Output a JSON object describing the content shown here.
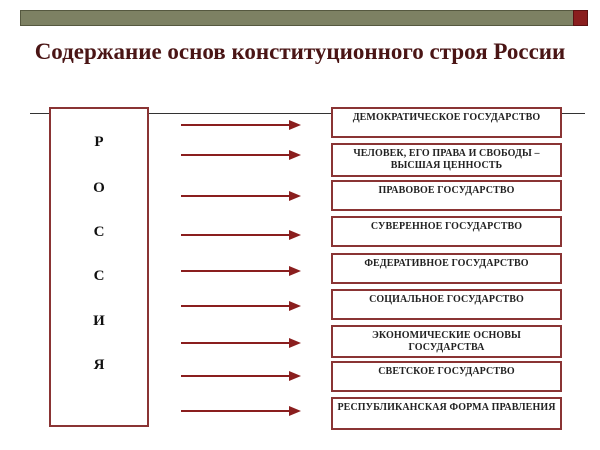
{
  "title": "Содержание основ конституционного строя России",
  "country_letters": [
    "Р",
    "О",
    "С",
    "С",
    "И",
    "Я"
  ],
  "items": [
    "ДЕМОКРАТИЧЕСКОЕ   ГОСУДАРСТВО",
    "ЧЕЛОВЕК, ЕГО ПРАВА И СВОБОДЫ – ВЫСШАЯ ЦЕННОСТЬ",
    "ПРАВОВОЕ   ГОСУДАРСТВО",
    "СУВЕРЕННОЕ   ГОСУДАРСТВО",
    "ФЕДЕРАТИВНОЕ   ГОСУДАРСТВО",
    "СОЦИАЛЬНОЕ   ГОСУДАРСТВО",
    "ЭКОНОМИЧЕСКИЕ  ОСНОВЫ ГОСУДАРСТВА",
    "СВЕТСКОЕ   ГОСУДАРСТВО",
    "РЕСПУБЛИКАНСКАЯ  ФОРМА ПРАВЛЕНИЯ"
  ],
  "colors": {
    "header_bar": "#7d8163",
    "header_accent": "#8a1e1e",
    "title": "#4a1515",
    "box_border": "#8a3434",
    "arrow": "#8a1e1e"
  }
}
